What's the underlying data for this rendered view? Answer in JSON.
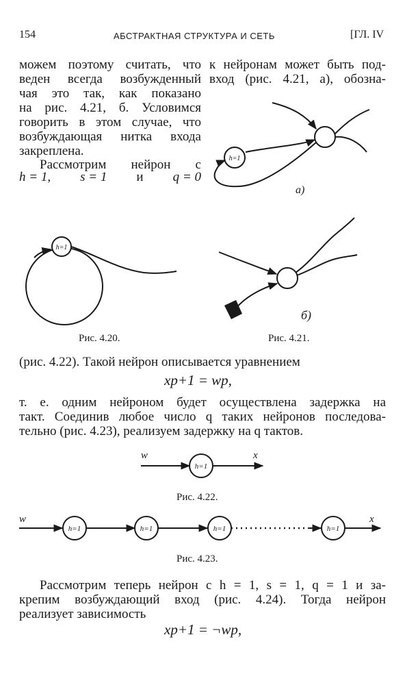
{
  "header": {
    "page_number": "154",
    "running_title": "АБСТРАКТНАЯ СТРУКТУРА И СЕТЬ",
    "chapter": "[ГЛ. IV"
  },
  "text": {
    "left_col": [
      "можем поэтому считать, что",
      "веден всегда возбужденный",
      "чая это так, как показано",
      "на рис. 4.21, б. Условимся",
      "говорить в этом случае, что",
      "возбуждающая нитка входа",
      "закреплена."
    ],
    "right_col": [
      "к нейронам может быть под-",
      "вход (рис. 4.21, а), обозна-"
    ],
    "consider_indent": "Рассмотрим нейрон с",
    "consider_params": [
      "h = 1,",
      "s = 1",
      "и",
      "q = 0"
    ],
    "para2": [
      "(рис. 4.22). Такой нейрон описывается уравнением",
      "т. е. одним нейроном будет осуществлена задержка на",
      "такт. Соединив любое число q таких нейронов последова-",
      "тельно (рис. 4.23), реализуем задержку на q тактов."
    ],
    "formula1": "xp+1 = wp,",
    "para3": [
      "Рассмотрим теперь нейрон с h = 1, s = 1, q = 1 и за-",
      "крепим возбуждающий вход (рис. 4.24). Тогда нейрон",
      "реализует зависимость"
    ],
    "formula2": "xp+1 = ¬wp,"
  },
  "figures": {
    "fig_4_20": {
      "caption": "Рис. 4.20.",
      "node_label": "h=1"
    },
    "fig_4_21": {
      "caption": "Рис. 4.21.",
      "node_label": "h=1",
      "label_a": "а)",
      "label_b": "б)"
    },
    "fig_4_22": {
      "caption": "Рис. 4.22.",
      "node_label": "h=1",
      "input_label": "w",
      "output_label": "x"
    },
    "fig_4_23": {
      "caption": "Рис. 4.23.",
      "node_labels": [
        "h=1",
        "h=1",
        "h=1",
        "h=1"
      ],
      "input_label": "w",
      "output_label": "x"
    }
  }
}
